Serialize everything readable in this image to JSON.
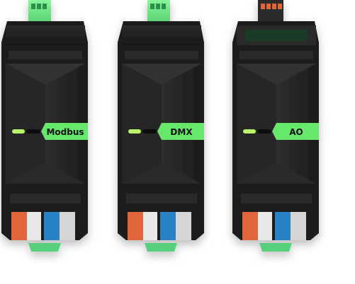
{
  "modules": [
    {
      "label": "Modbus",
      "top_connector_color": "#5fd88a"
    },
    {
      "label": "DMX",
      "top_connector_color": "#5fd88a"
    },
    {
      "label": "AO",
      "top_connector_color": "#2a2a2a"
    }
  ],
  "colors": {
    "housing": "#1f1f1f",
    "housing_dark": "#141414",
    "accent_green": "#66e86a",
    "terminal_orange": "#e2663a",
    "terminal_blue": "#2c82c6",
    "terminal_white": "#e8e8e8",
    "terminal_grey": "#cfcfcf"
  }
}
